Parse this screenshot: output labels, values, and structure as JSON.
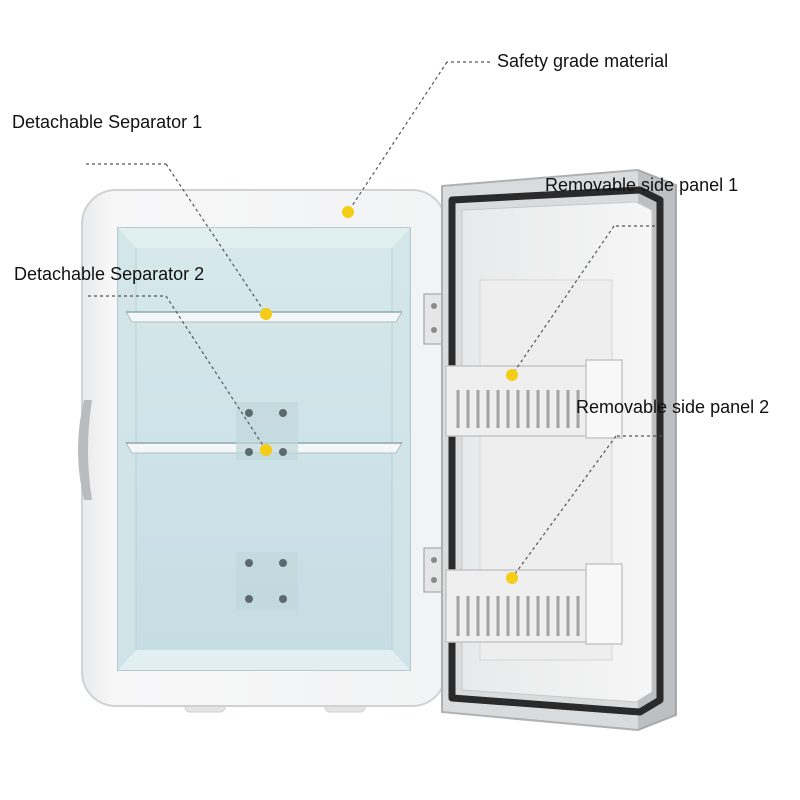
{
  "labels": {
    "safety": "Safety grade material",
    "separator1": "Detachable Separator 1",
    "separator2": "Detachable Separator 2",
    "side_panel1": "Removable side panel 1",
    "side_panel2": "Removable side panel 2"
  },
  "colors": {
    "marker": "#f5cc16",
    "leader": "#555555",
    "interior": "#c9e1e6",
    "shell": "#f4f5f6",
    "gasket": "#2a2a2a",
    "door_shadow": "#c9cacb"
  }
}
